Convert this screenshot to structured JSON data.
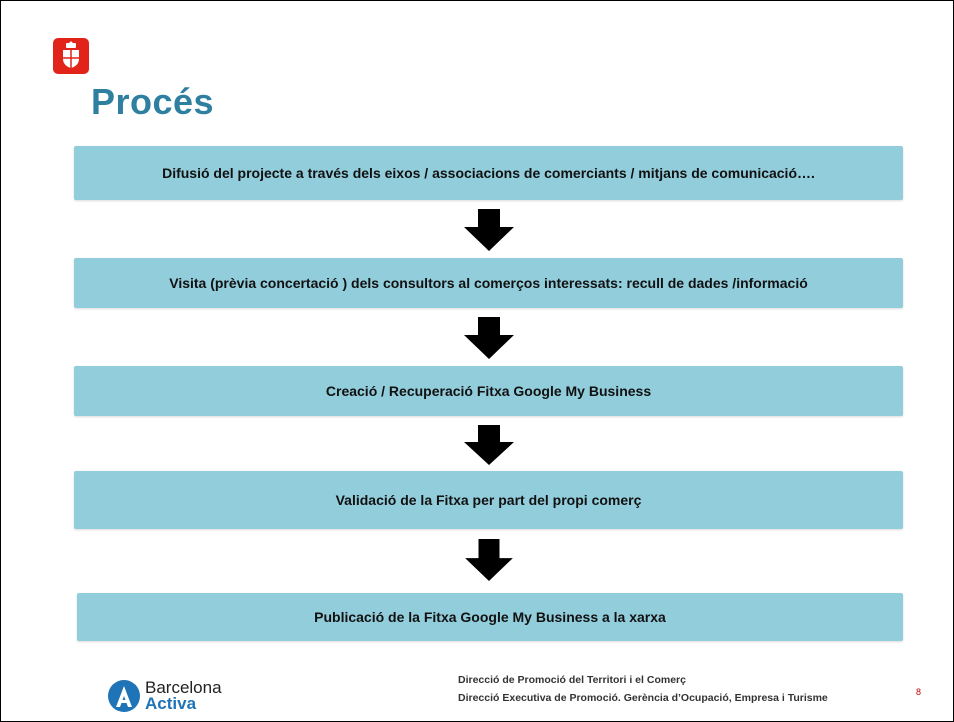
{
  "title": "Procés",
  "steps": [
    "Difusió del projecte a través dels eixos / associacions de comerciants / mitjans de comunicació….",
    "Visita (prèvia concertació ) dels consultors al comerços interessats: recull de dades /informació",
    "Creació / Recuperació Fitxa Google My Business",
    "Validació de la Fitxa per part del propi comerç",
    "Publicació de la Fitxa Google My Business a la xarxa"
  ],
  "footer": {
    "brand_line1": "Barcelona",
    "brand_line2": "Activa",
    "line1": "Direcció de Promoció del Territori i el Comerç",
    "line2": "Direcció Executiva de Promoció. Gerència d’Ocupació, Empresa i Turisme",
    "page_number": "8"
  },
  "colors": {
    "title": "#2e7fa0",
    "step_fill": "#92cddc",
    "arrow": "#000000",
    "brand_accent": "#1f74b8",
    "logo_red": "#e2231a"
  },
  "icons": {
    "top_logo": "ajuntament-barcelona-shield-icon",
    "footer_logo": "barcelona-activa-logo-icon",
    "flow_arrow": "down-arrow-icon"
  }
}
